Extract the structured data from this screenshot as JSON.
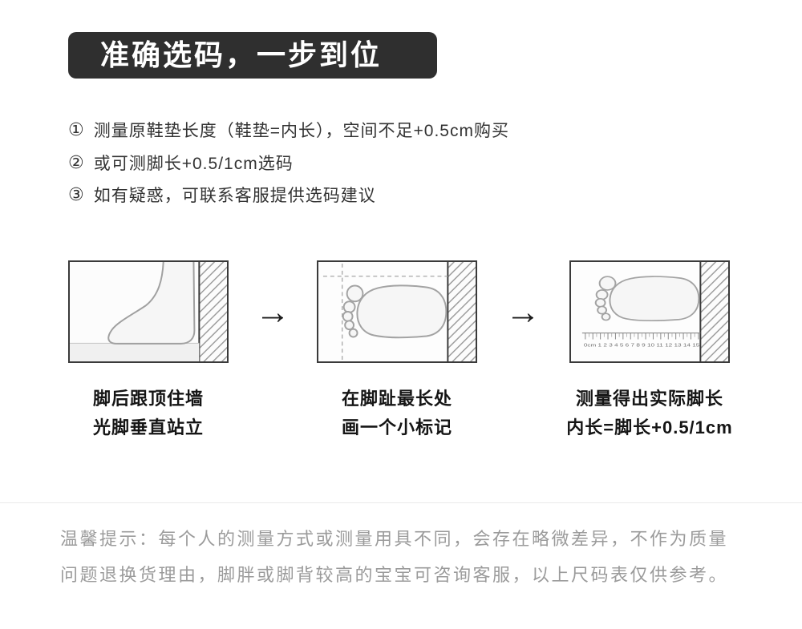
{
  "header": {
    "title": "准确选码，一步到位"
  },
  "instructions": [
    {
      "num": "①",
      "text": "测量原鞋垫长度（鞋垫=内长），空间不足+0.5cm购买"
    },
    {
      "num": "②",
      "text": "或可测脚长+0.5/1cm选码"
    },
    {
      "num": "③",
      "text": "如有疑惑，可联系客服提供选码建议"
    }
  ],
  "arrow": "→",
  "steps": [
    {
      "caption": [
        "脚后跟顶住墙",
        "光脚垂直站立"
      ]
    },
    {
      "caption": [
        "在脚趾最长处",
        "画一个小标记"
      ]
    },
    {
      "caption": [
        "测量得出实际脚长",
        "内长=脚长+0.5/1cm"
      ],
      "ruler": "0cm 1 2 3 4 5 6 7 8 9 10 11 12 13 14 15"
    }
  ],
  "footer": [
    "温馨提示：每个人的测量方式或测量用具不同，会存在略微差异，不作为质量",
    "问题退换货理由，脚胖或脚背较高的宝宝可咨询客服，以上尺码表仅供参考。"
  ]
}
